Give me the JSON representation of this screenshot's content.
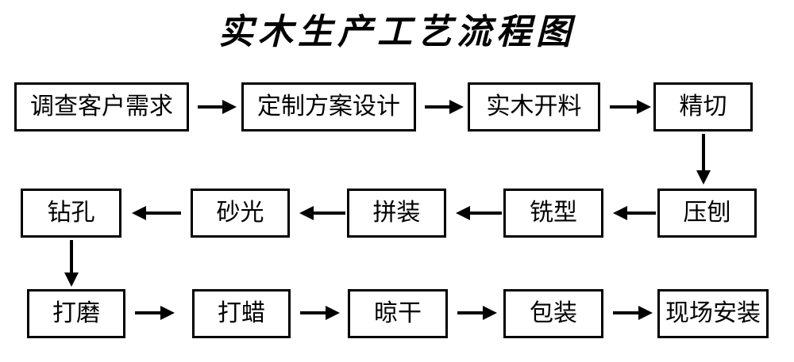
{
  "title": "实木生产工艺流程图",
  "colors": {
    "background": "#ffffff",
    "stroke": "#000000",
    "text": "#000000"
  },
  "rows": [
    {
      "direction": "left-to-right",
      "nodes": [
        {
          "label": "调查客户需求"
        },
        {
          "label": "定制方案设计"
        },
        {
          "label": "实木开料"
        },
        {
          "label": "精切"
        }
      ]
    },
    {
      "direction": "right-to-left",
      "nodes": [
        {
          "label": "钻孔"
        },
        {
          "label": "砂光"
        },
        {
          "label": "拼装"
        },
        {
          "label": "铣型"
        },
        {
          "label": "压刨"
        }
      ]
    },
    {
      "direction": "left-to-right",
      "nodes": [
        {
          "label": "打磨"
        },
        {
          "label": "打蜡"
        },
        {
          "label": "晾干"
        },
        {
          "label": "包装"
        },
        {
          "label": "现场安装"
        }
      ]
    }
  ],
  "flow_sequence": [
    "调查客户需求",
    "定制方案设计",
    "实木开料",
    "精切",
    "压刨",
    "铣型",
    "拼装",
    "砂光",
    "钻孔",
    "打磨",
    "打蜡",
    "晾干",
    "包装",
    "现场安装"
  ],
  "connectors": [
    {
      "from": "调查客户需求",
      "to": "定制方案设计",
      "orientation": "horizontal",
      "direction": "right"
    },
    {
      "from": "定制方案设计",
      "to": "实木开料",
      "orientation": "horizontal",
      "direction": "right"
    },
    {
      "from": "实木开料",
      "to": "精切",
      "orientation": "horizontal",
      "direction": "right"
    },
    {
      "from": "精切",
      "to": "压刨",
      "orientation": "vertical",
      "direction": "down"
    },
    {
      "from": "压刨",
      "to": "铣型",
      "orientation": "horizontal",
      "direction": "left"
    },
    {
      "from": "铣型",
      "to": "拼装",
      "orientation": "horizontal",
      "direction": "left"
    },
    {
      "from": "拼装",
      "to": "砂光",
      "orientation": "horizontal",
      "direction": "left"
    },
    {
      "from": "砂光",
      "to": "钻孔",
      "orientation": "horizontal",
      "direction": "left"
    },
    {
      "from": "钻孔",
      "to": "打磨",
      "orientation": "vertical",
      "direction": "down"
    },
    {
      "from": "打磨",
      "to": "打蜡",
      "orientation": "horizontal",
      "direction": "right"
    },
    {
      "from": "打蜡",
      "to": "晾干",
      "orientation": "horizontal",
      "direction": "right"
    },
    {
      "from": "晾干",
      "to": "包装",
      "orientation": "horizontal",
      "direction": "right"
    },
    {
      "from": "包装",
      "to": "现场安装",
      "orientation": "horizontal",
      "direction": "right"
    }
  ]
}
